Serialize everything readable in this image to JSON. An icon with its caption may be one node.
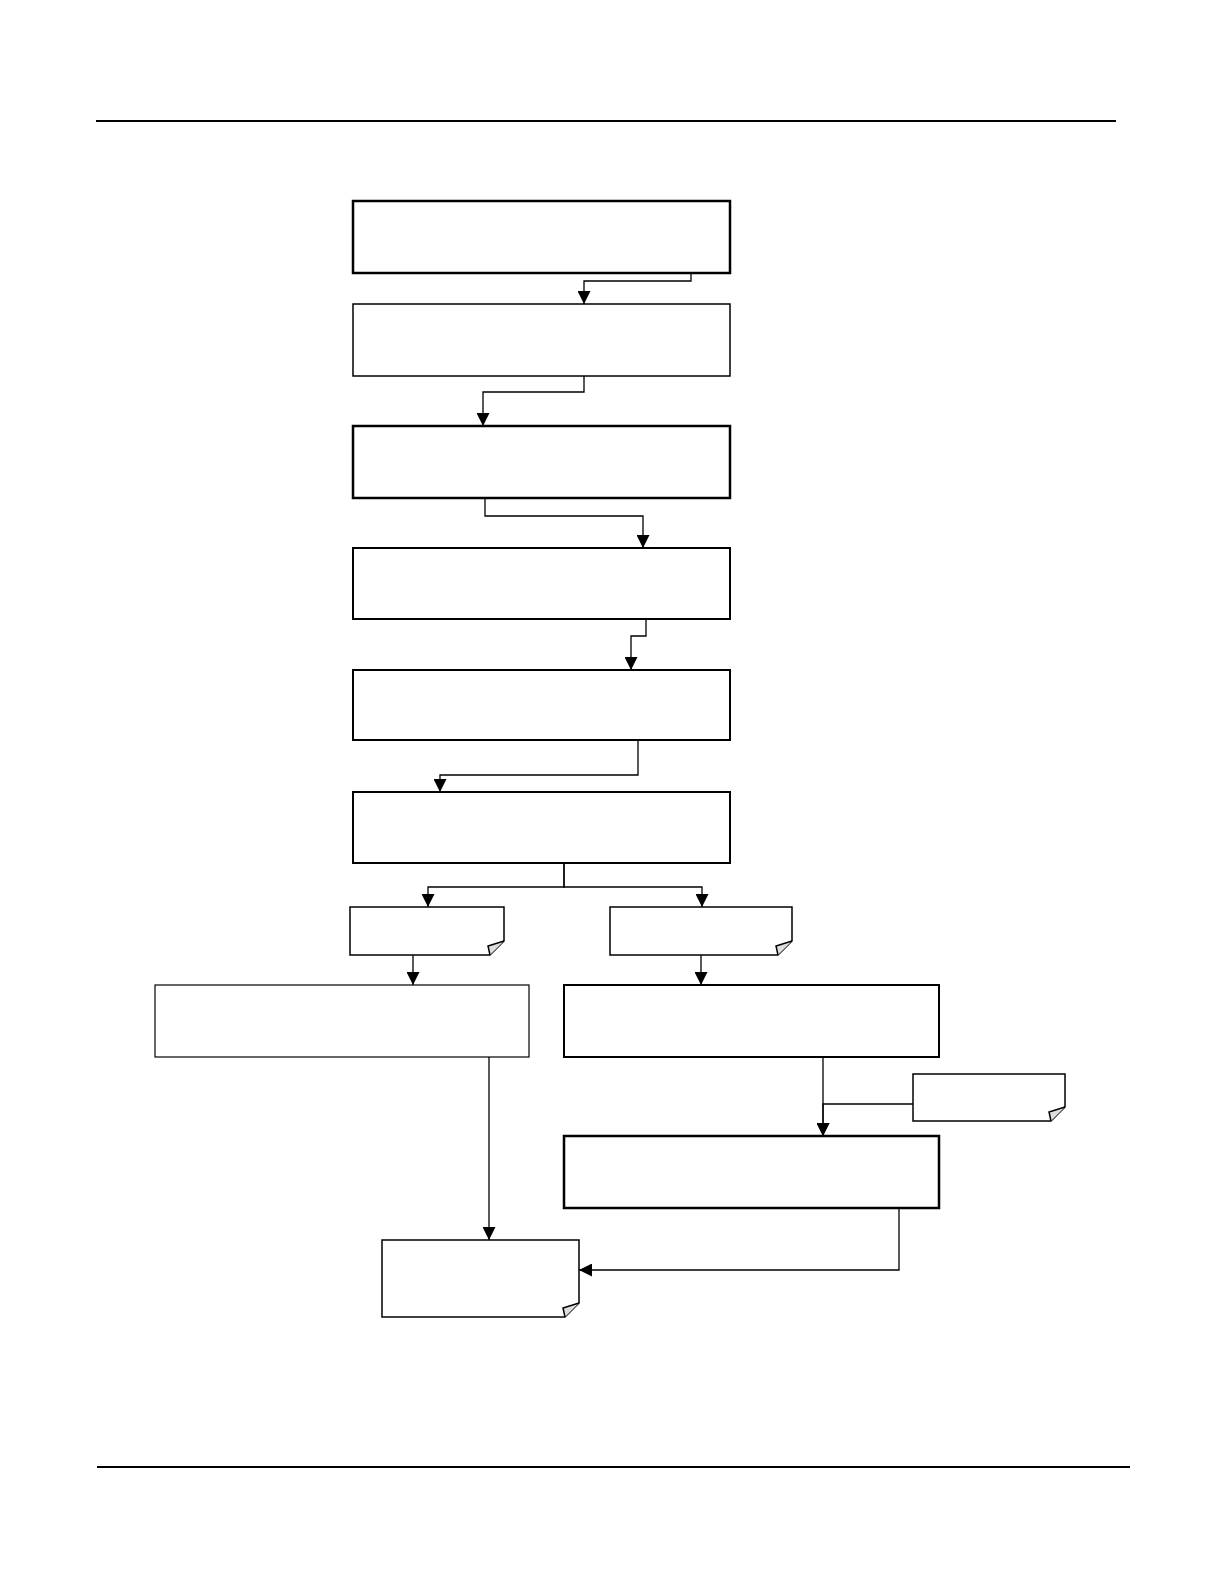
{
  "diagram": {
    "nodes": [
      {
        "text": [],
        "shape": "box"
      },
      {
        "text": [],
        "shape": "box"
      },
      {
        "text": [],
        "shape": "box"
      },
      {
        "text": [],
        "shape": "box"
      },
      {
        "text": [],
        "shape": "box"
      },
      {
        "text": [],
        "shape": "box"
      },
      {
        "text": [],
        "shape": "document"
      },
      {
        "text": [],
        "shape": "document"
      },
      {
        "text": [],
        "shape": "box"
      },
      {
        "text": [],
        "shape": "box"
      },
      {
        "text": [],
        "shape": "document"
      },
      {
        "text": [],
        "shape": "box"
      },
      {
        "text": [],
        "shape": "document"
      }
    ],
    "edges": [
      {
        "from": 0,
        "to": 1,
        "arrow": "to"
      },
      {
        "from": 1,
        "to": 2,
        "arrow": "to"
      },
      {
        "from": 2,
        "to": 3,
        "arrow": "to"
      },
      {
        "from": 3,
        "to": 4,
        "arrow": "to"
      },
      {
        "from": 4,
        "to": 5,
        "arrow": "to"
      },
      {
        "from": 5,
        "to": 6,
        "arrow": "to"
      },
      {
        "from": 5,
        "to": 7,
        "arrow": "to"
      },
      {
        "from": 6,
        "to": 8,
        "arrow": "to"
      },
      {
        "from": 7,
        "to": 9,
        "arrow": "to"
      },
      {
        "from": 8,
        "to": 12,
        "arrow": "to"
      },
      {
        "from": 9,
        "to": 11,
        "arrow": "to"
      },
      {
        "from": 10,
        "to": 11,
        "arrow": "to"
      },
      {
        "from": 11,
        "to": 12,
        "arrow": "to"
      }
    ]
  }
}
